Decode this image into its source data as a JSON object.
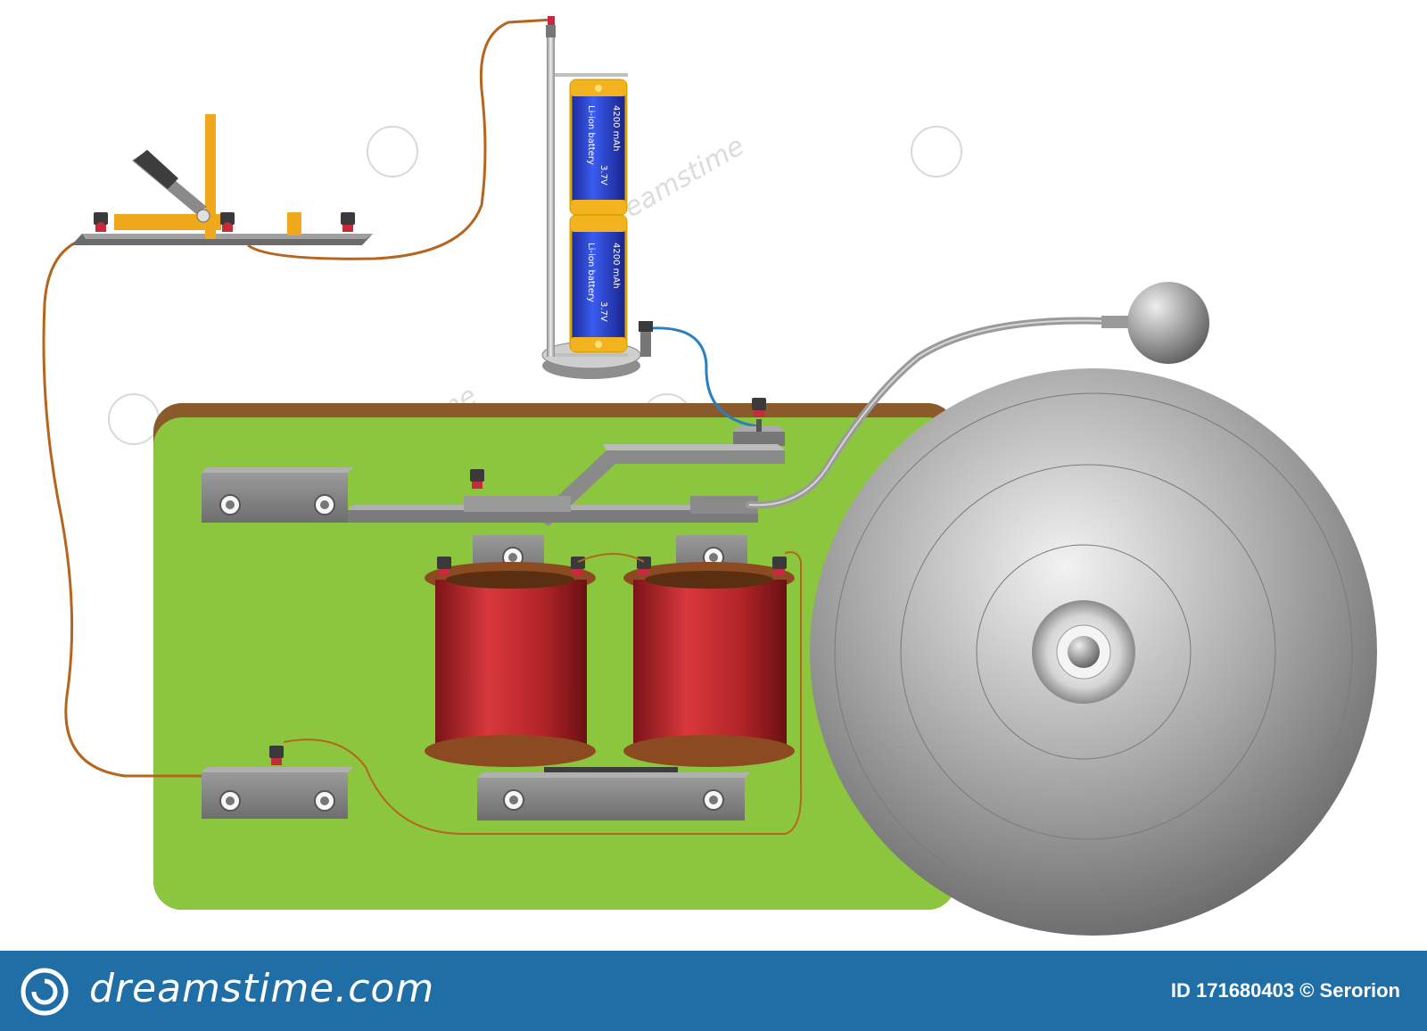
{
  "battery": {
    "cell_top": {
      "brand_text": "Li-ion battery",
      "voltage_text": "3.7V",
      "capacity_text": "4200 mAh"
    },
    "cell_bottom": {
      "brand_text": "Li-ion battery",
      "voltage_text": "3.7V",
      "capacity_text": "4200 mAh"
    }
  },
  "watermark": {
    "text": "dreamstime"
  },
  "footer": {
    "brand": "dreamstime.com",
    "credit": "ID 171680403 © Serorion"
  },
  "colors": {
    "board": "#8cc63f",
    "board_edge": "#8b5a2b",
    "coil": "#c0282d",
    "coil_flange": "#8b4a1f",
    "wire_brown": "#b5651d",
    "wire_blue": "#2a7fc1",
    "battery": "#2f4bd6",
    "switch_yellow": "#f0a81c",
    "footer": "#1f6fa6"
  }
}
